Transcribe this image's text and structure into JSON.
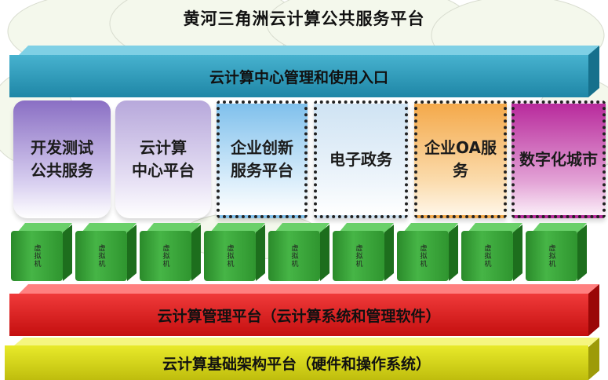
{
  "title": "黄河三角洲云计算公共服务平台",
  "entry_bar": {
    "label": "云计算中心管理和使用入口",
    "color": "#2f9fbf"
  },
  "services": [
    {
      "label": "开发测试\n公共服务",
      "color": "#8a6fc4",
      "style": "solid"
    },
    {
      "label": "云计算\n中心平台",
      "color": "#b7a8db",
      "style": "solid"
    },
    {
      "label": "企业创新\n服务平台",
      "color": "#8fc9ee",
      "style": "dotted"
    },
    {
      "label": "电子政务",
      "color": "#d9eaf6",
      "style": "dotted"
    },
    {
      "label": "企业OA服务",
      "color": "#f4a94a",
      "style": "dotted"
    },
    {
      "label": "数字化城市",
      "color": "#c23fa9",
      "style": "dotted"
    }
  ],
  "vm": {
    "label": "虚拟机",
    "count": 9,
    "color": "#3aa83a"
  },
  "mgmt_bar": {
    "label": "云计算管理平台（云计算系统和管理软件）",
    "color": "#e02020"
  },
  "infra_bar": {
    "label": "云计算基础架构平台（硬件和操作系统）",
    "color": "#d8d81c"
  }
}
